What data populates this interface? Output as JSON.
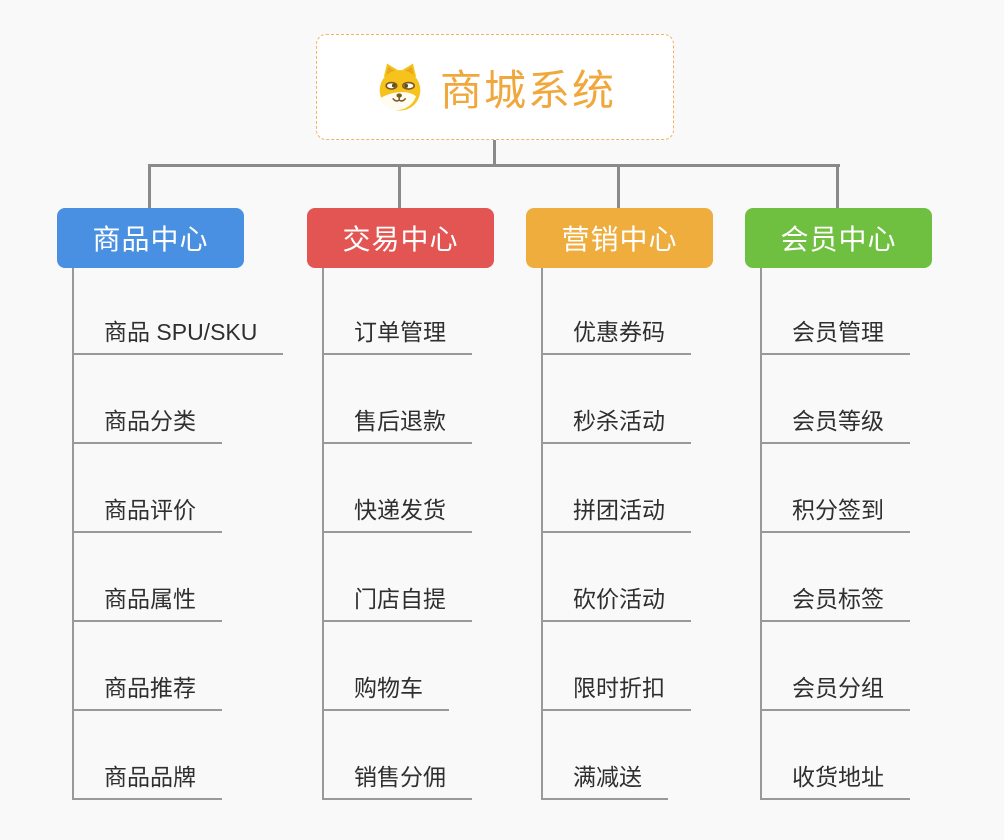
{
  "canvas": {
    "background": "#f9f9f9"
  },
  "root": {
    "title": "商城系统",
    "icon": "doge-icon",
    "title_color": "#F0A73C",
    "border_color": "#F2B263",
    "background": "#FFFFFF"
  },
  "connectors": {
    "tree_color": "#8A8A8A",
    "trunk_color": "#999999",
    "underline_color": "#999999"
  },
  "leaf_text_color": "#2F2F2F",
  "branches": [
    {
      "label": "商品中心",
      "color": "#4A90E2",
      "items": [
        "商品 SPU/SKU",
        "商品分类",
        "商品评价",
        "商品属性",
        "商品推荐",
        "商品品牌"
      ]
    },
    {
      "label": "交易中心",
      "color": "#E25552",
      "items": [
        "订单管理",
        "售后退款",
        "快递发货",
        "门店自提",
        "购物车",
        "销售分佣"
      ]
    },
    {
      "label": "营销中心",
      "color": "#EEAD3C",
      "items": [
        "优惠券码",
        "秒杀活动",
        "拼团活动",
        "砍价活动",
        "限时折扣",
        "满减送"
      ]
    },
    {
      "label": "会员中心",
      "color": "#6FC041",
      "items": [
        "会员管理",
        "会员等级",
        "积分签到",
        "会员标签",
        "会员分组",
        "收货地址"
      ]
    }
  ]
}
